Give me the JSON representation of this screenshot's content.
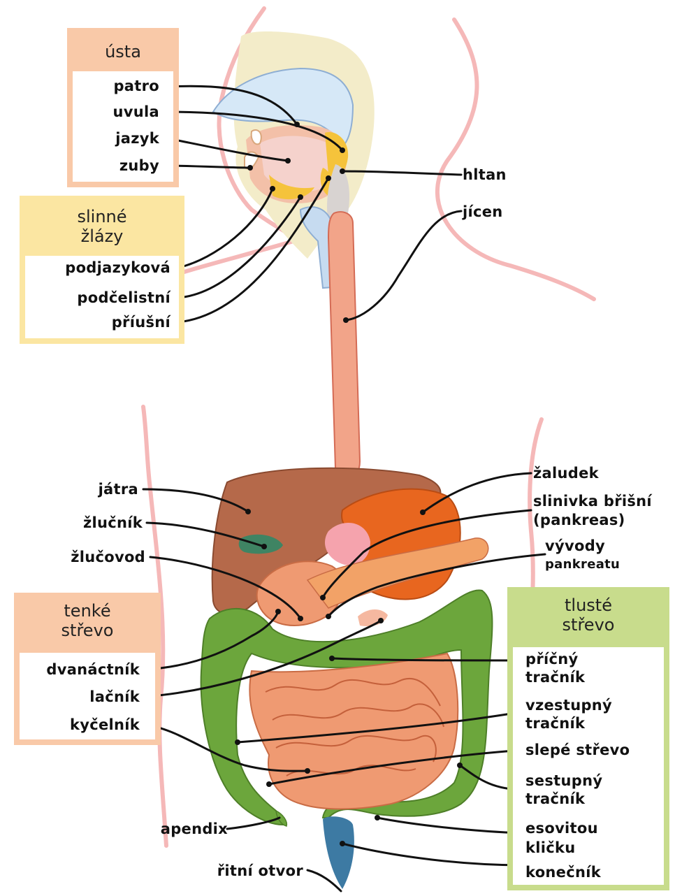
{
  "groups": {
    "usta": {
      "title": "ústa",
      "items": [
        "patro",
        "uvula",
        "jazyk",
        "zuby"
      ]
    },
    "slinne": {
      "title_line1": "slinné",
      "title_line2": "žlázy",
      "items": [
        "podjazyková",
        "podčelistní",
        "příušní"
      ]
    },
    "tenke": {
      "title_line1": "tenké",
      "title_line2": "střevo",
      "items": [
        "dvanáctník",
        "lačník",
        "kyčelník"
      ]
    },
    "tluste": {
      "title_line1": "tlusté",
      "title_line2": "střevo",
      "items": [
        {
          "l1": "příčný",
          "l2": "tračník"
        },
        {
          "l1": "vzestupný",
          "l2": "tračník"
        },
        {
          "l1": "slepé střevo",
          "l2": ""
        },
        {
          "l1": "sestupný",
          "l2": "tračník"
        },
        {
          "l1": "esovitou",
          "l2": "kličku"
        },
        {
          "l1": "konečník",
          "l2": ""
        }
      ]
    }
  },
  "labels": {
    "hltan": "hltan",
    "jicen": "jícen",
    "jatra": "játra",
    "zlucnik": "žlučník",
    "zlucovod": "žlučovod",
    "zaludek": "žaludek",
    "slinivka_l1": "slinivka břišní",
    "slinivka_l2": "(pankreas)",
    "vyvody_l1": "vývody",
    "vyvody_l2": "pankreatu",
    "apendix": "apendix",
    "ritni": "řitní otvor"
  },
  "colors": {
    "usta_box": "#f9c9a8",
    "slinne_box": "#fbe6a2",
    "tenke_box": "#f9c9a8",
    "tluste_box": "#c8dc8c",
    "body_outline": "#f5b8b8",
    "liver": "#b5694a",
    "stomach": "#e8661f",
    "intestine": "#ef9a72",
    "colon": "#6ca63c",
    "esophagus": "#f2a489",
    "gallbladder": "#3f8463"
  }
}
